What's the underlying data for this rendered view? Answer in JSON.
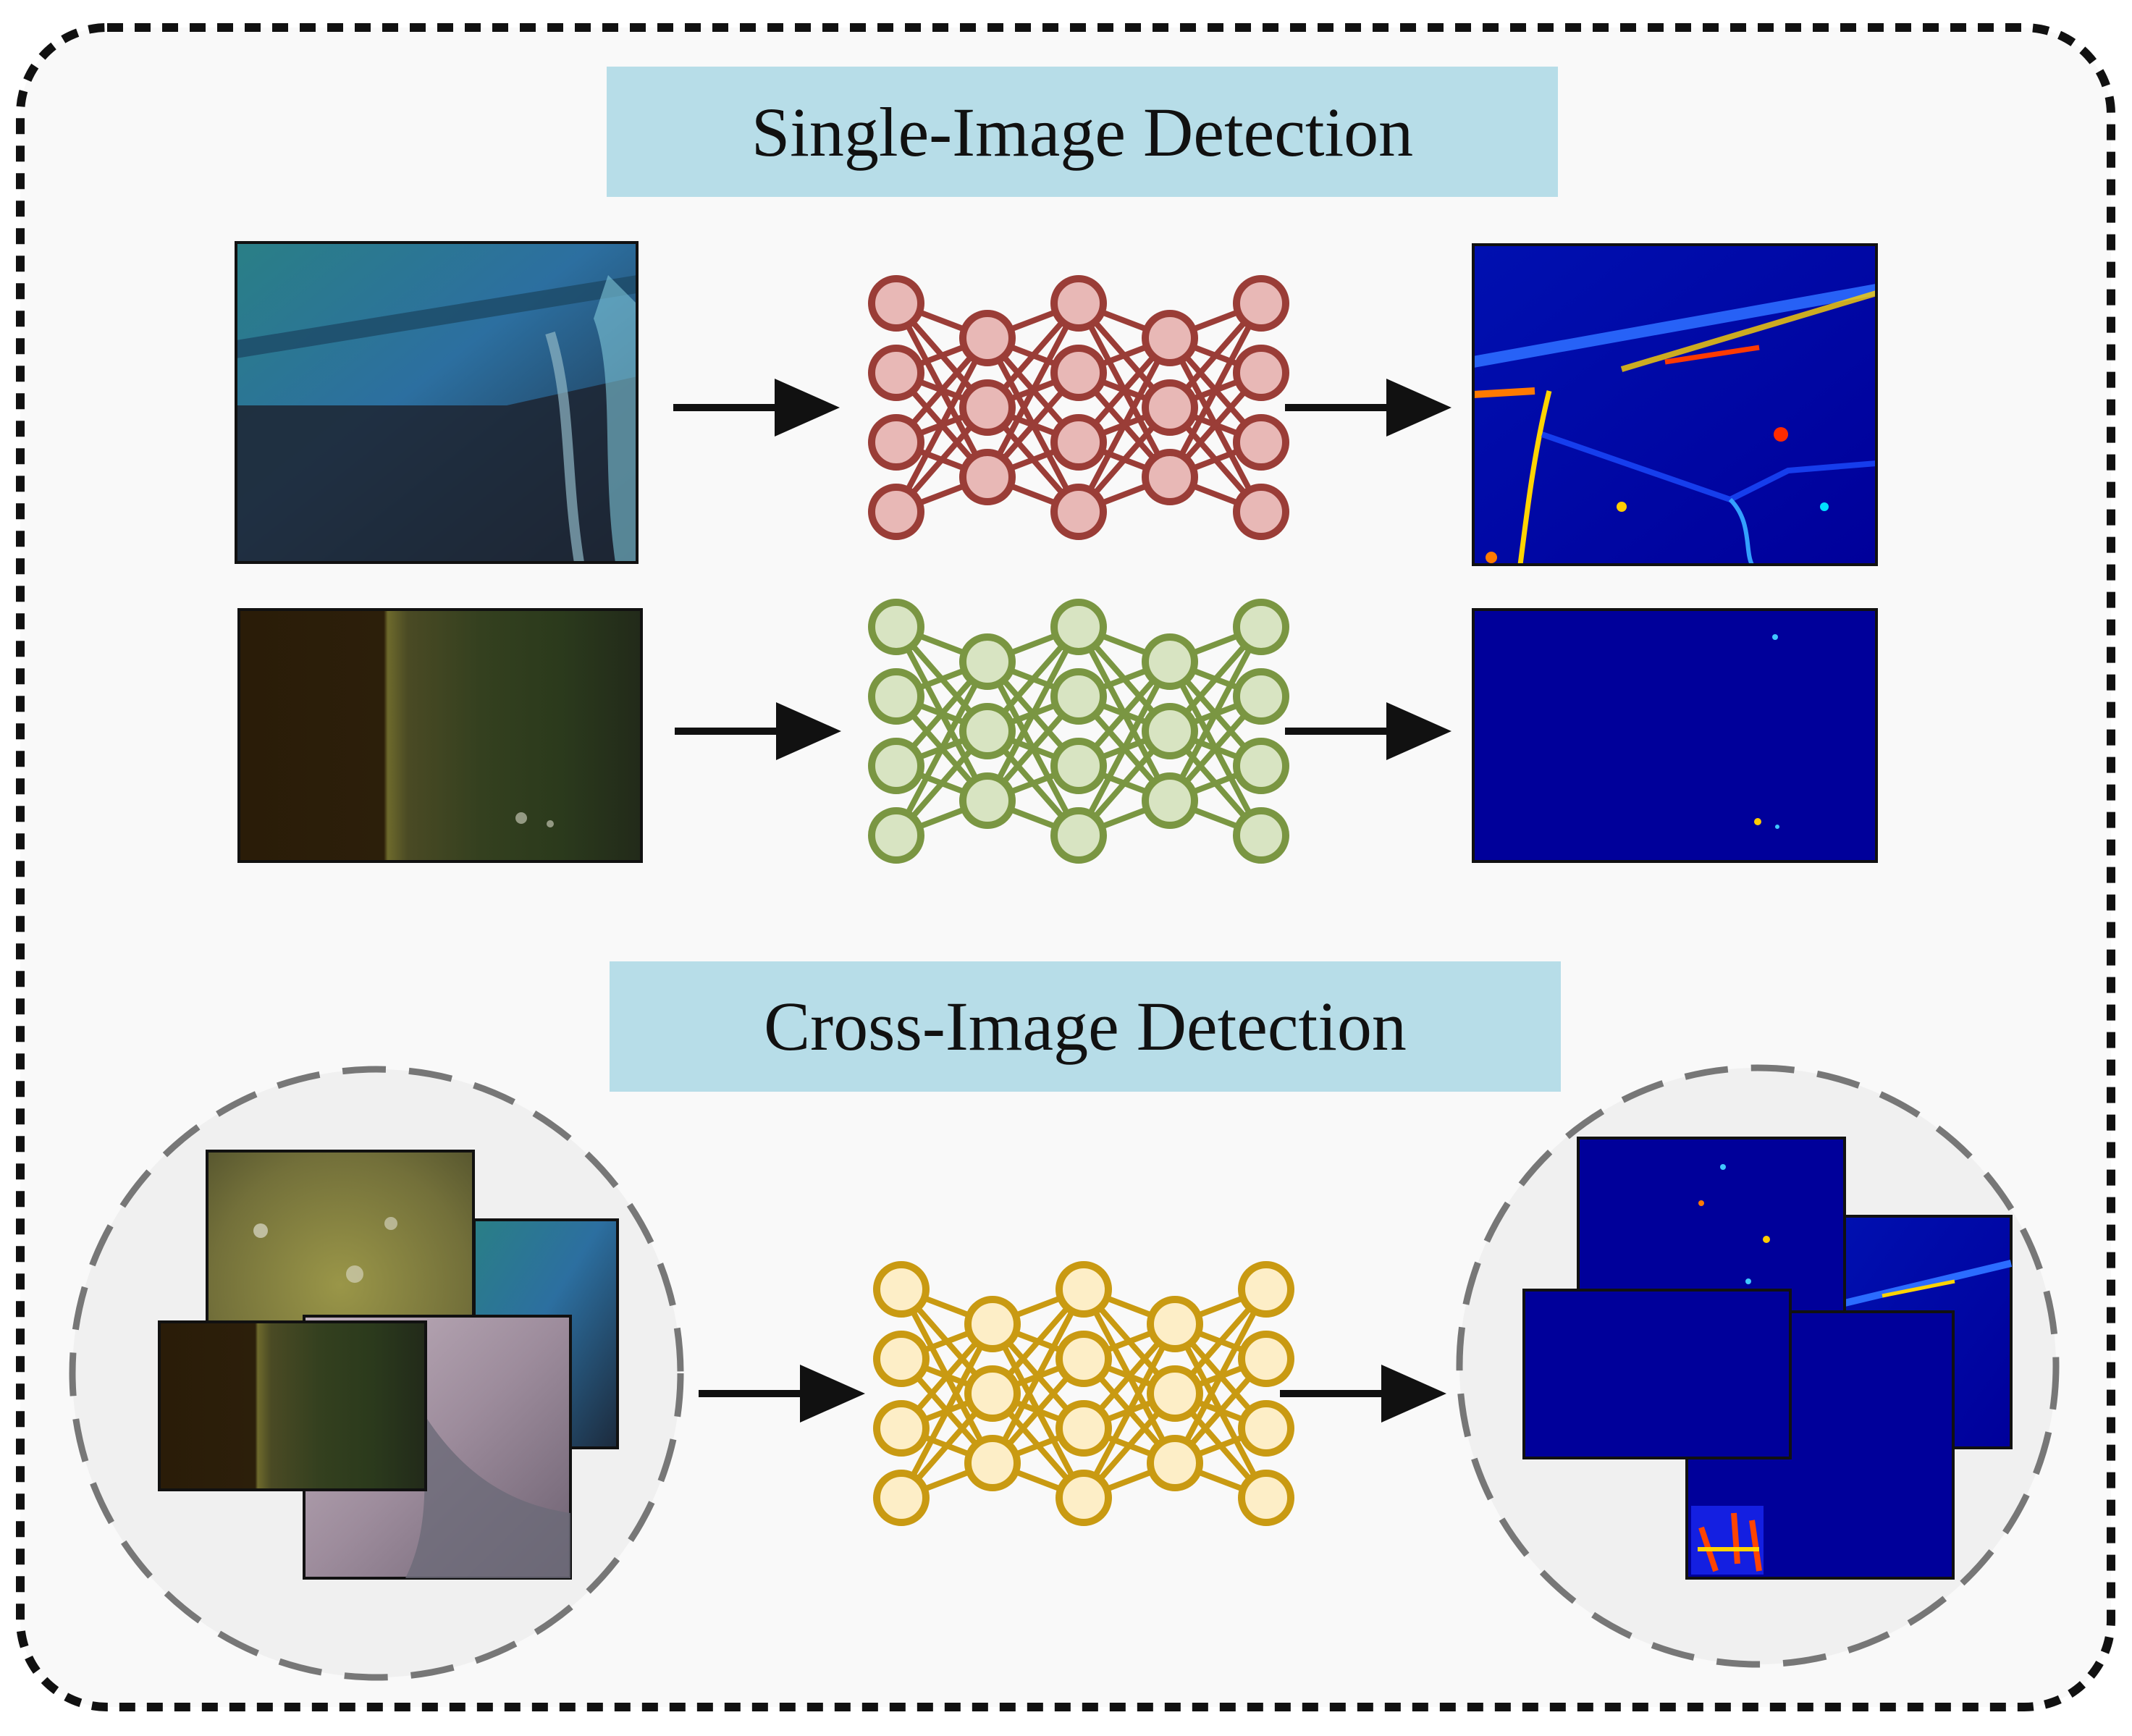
{
  "titles": {
    "single": "Single-Image Detection",
    "cross": "Cross-Image Detection"
  },
  "colors": {
    "title_band": "#b7dde8",
    "frame_background": "#f9f9f9",
    "circle_background": "#f0f0f0",
    "net_single_top_stroke": "#9a3d37",
    "net_single_top_fill": "#e8b8b6",
    "net_single_bottom_stroke": "#7a9642",
    "net_single_bottom_fill": "#d8e4c2",
    "net_cross_stroke": "#c99a12",
    "net_cross_fill": "#fdeec7",
    "heatmap_base": "#00009a"
  },
  "network": {
    "layer_sizes": [
      4,
      3,
      4,
      3,
      4
    ]
  },
  "icons": {
    "pipeline_arrow": "arrow-right",
    "network": "neural-network"
  }
}
